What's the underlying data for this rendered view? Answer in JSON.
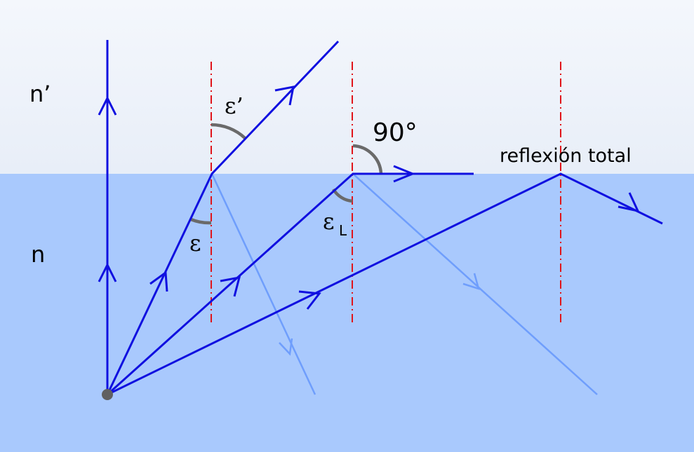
{
  "media": {
    "upper_label": "n’",
    "lower_label": "n"
  },
  "angles": {
    "incidence_symbol": "ε",
    "refraction_symbol": "ε’",
    "critical_symbol": "ε",
    "critical_subscript": "L",
    "right_angle_label": "90°"
  },
  "annotations": {
    "total_reflection": "reflexión total"
  },
  "colors": {
    "upper_medium": "#eef3fa",
    "lower_medium": "#a9c9fd",
    "ray": "#1010e0",
    "reflected_ray": "#6f9efc",
    "normal_line": "#e0141a",
    "angle_arc": "#6a6a6a",
    "source_point": "#606060"
  }
}
